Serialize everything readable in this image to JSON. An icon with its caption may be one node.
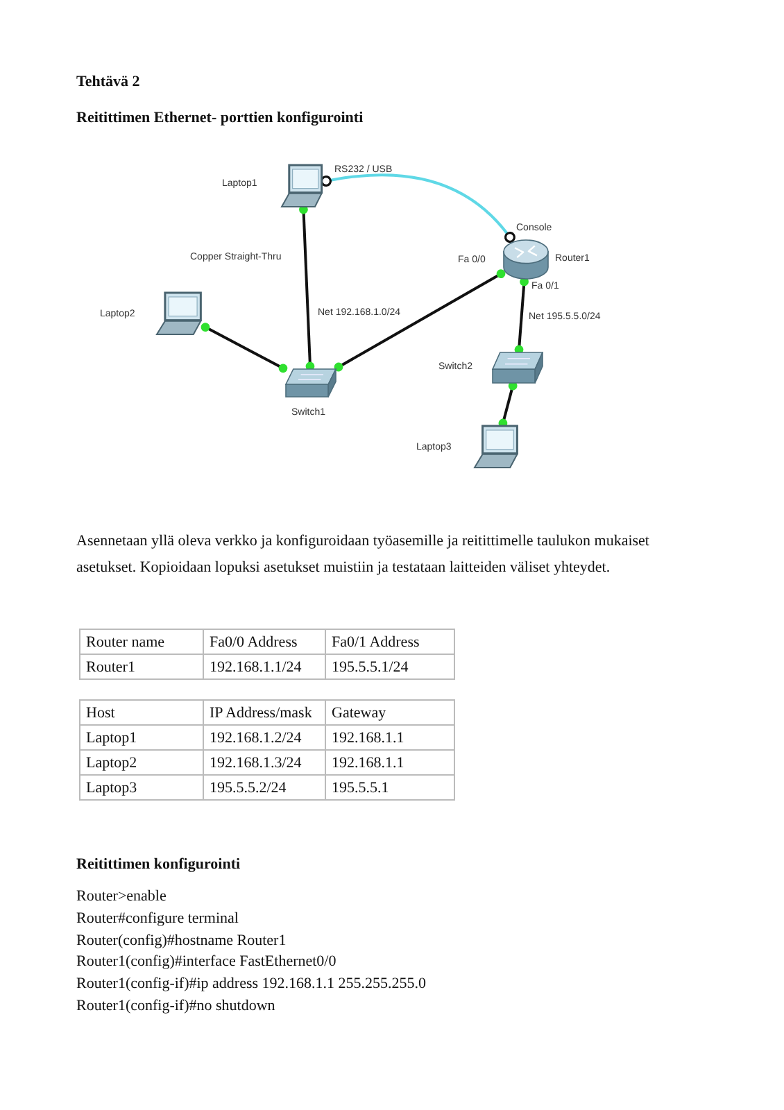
{
  "diagram": {
    "title": "Tehtävä 2",
    "nodes": [
      {
        "text": [
          "Laptop1"
        ],
        "beside": [
          "RS232 / USB"
        ]
      },
      {
        "text": [
          "Laptop2"
        ]
      },
      {
        "text": [
          "Switch1"
        ]
      },
      {
        "text": [
          "Router1"
        ],
        "beside": [
          "Console",
          "Fa 0/0",
          "Fa 0/1"
        ]
      },
      {
        "text": [
          "Switch2"
        ]
      },
      {
        "text": [
          "Laptop3"
        ]
      }
    ],
    "edges": [
      {
        "from": 0,
        "to": 3,
        "arrow": "other",
        "color": "#5fd8e6"
      },
      {
        "from": 0,
        "to": 2,
        "arrow": "other",
        "label": "Copper Straight-Thru"
      },
      {
        "from": 1,
        "to": 2,
        "arrow": "other"
      },
      {
        "from": 2,
        "to": 3,
        "arrow": "other",
        "label": "Net 192.168.1.0/24"
      },
      {
        "from": 3,
        "to": 4,
        "arrow": "other",
        "label": "Net 195.5.5.0/24"
      },
      {
        "from": 4,
        "to": 5,
        "arrow": "other"
      }
    ],
    "labels": [
      "Reitittimen Ethernet- porttien konfigurointi",
      "Asennetaan yllä oleva verkko ja konfiguroidaan työasemille ja reitittimelle taulukon mukaiset asetukset. Kopioidaan lopuksi asetukset muistiin ja testataan laitteiden väliset yhteydet.",
      "Router name",
      "Fa0/0 Address",
      "Fa0/1 Address",
      "Router1",
      "192.168.1.1/24",
      "195.5.5.1/24",
      "Host",
      "IP Address/mask",
      "Gateway",
      "Laptop1",
      "192.168.1.2/24",
      "192.168.1.1",
      "Laptop2",
      "192.168.1.3/24",
      "192.168.1.1",
      "Laptop3",
      "195.5.5.2/24",
      "195.5.5.1",
      "Reitittimen konfigurointi",
      "Router>enable",
      "Router#configure terminal",
      "Router(config)#hostname Router1",
      "Router1(config)#interface FastEthernet0/0",
      "Router1(config-if)#ip address 192.168.1.1 255.255.255.0",
      "Router1(config-if)#no shutdown"
    ]
  }
}
